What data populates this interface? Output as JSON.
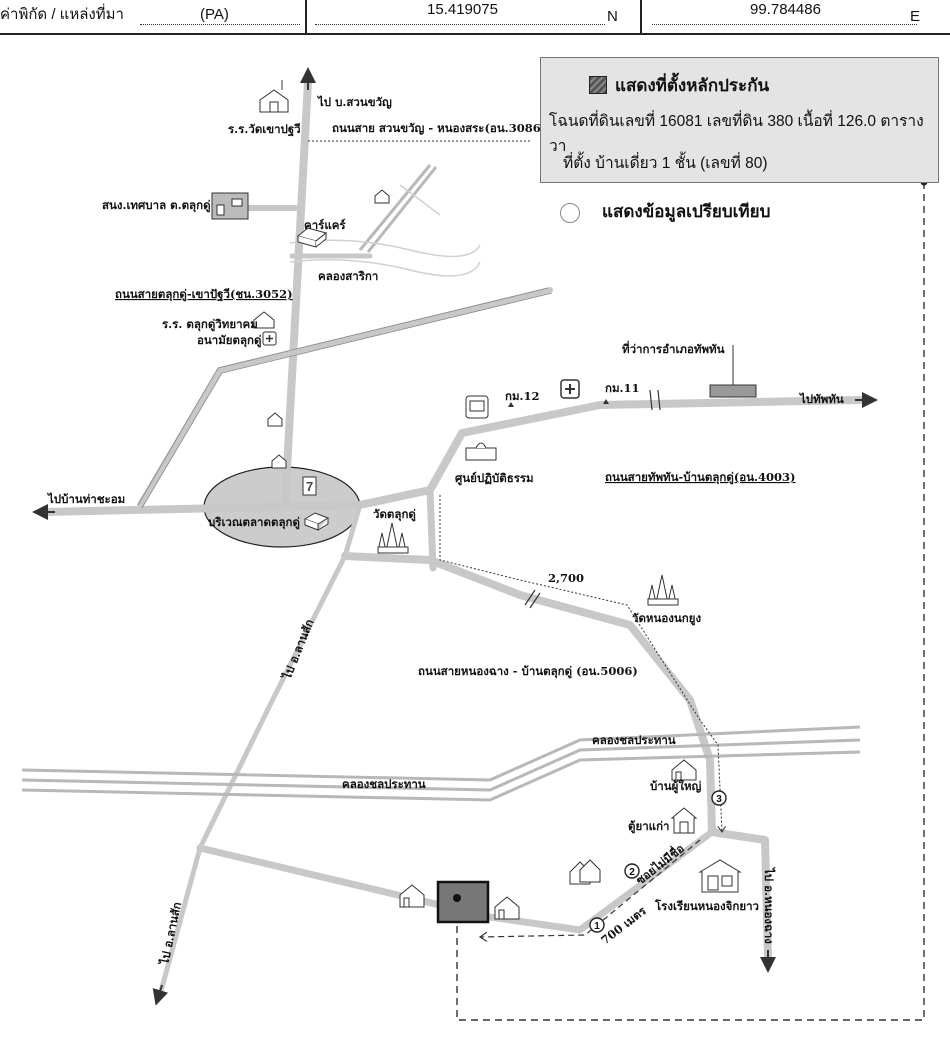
{
  "header": {
    "label": "ค่าพิกัด / แหล่งที่มา",
    "source": "(PA)",
    "latitude": "15.419075",
    "lat_suffix": "N",
    "longitude": "99.784486",
    "lon_suffix": "E"
  },
  "legend": {
    "collateral_label": "แสดงที่ตั้งหลักประกัน",
    "deed_line": "โฉนดที่ดินเลขที่ 16081 เลขที่ดิน 380 เนื้อที่ 126.0 ตารางวา",
    "location_line": "ที่ตั้ง บ้านเดี่ยว 1 ชั้น (เลขที่ 80)",
    "comparison_label": "แสดงข้อมูลเปรียบเทียบ",
    "collateral_swatch_color": "#666666"
  },
  "map": {
    "labels": {
      "to_suan_khwan": "ไป บ.สวนขวัญ",
      "school_khao_pathawi": "ร.ร.วัดเขาปฐวี",
      "road_3086": "ถนนสาย สวนขวัญ - หนองสระ(อน.3086)",
      "municipal_office": "สนง.เทศบาล ต.ตลุกดู่",
      "car_care": "คาร์แคร์",
      "canal_sarika": "คลองสาริกา",
      "road_3052": "ถนนสายตลุกดู่-เขาปัฐวี(ชน.3052)",
      "school_taluk_du": "ร.ร. ตลุกดู่วิทยาคม",
      "health_station": "อนามัยตลุกดู่",
      "district_office": "ที่ว่าการอำเภอทัพทัน",
      "km12": "กม.12",
      "km11": "กม.11",
      "to_thap_than": "ไปทัพทัน",
      "practice_center": "ศูนย์ปฏิบัติธรรม",
      "road_4003": "ถนนสายทัพทัน-บ้านตลุกดู่(อน.4003)",
      "to_tha_chaom": "ไปบ้านท่าชะอม",
      "market_area": "บริเวณตลาดตลุกดู่",
      "wat_taluk_du": "วัดตลุกดู่",
      "distance_2700": "2,700",
      "wat_nong_nok_yung": "วัดหนองนกยูง",
      "road_5006": "ถนนสายหนองฉาง - บ้านตลุกดู่ (อน.5006)",
      "to_lan_sak_upper": "ไป อ.ลานสัก",
      "to_lan_sak_lower": "ไป อ.ลานสัก",
      "irrigation_canal_left": "คลองชลประทาน",
      "irrigation_canal_right": "คลองชลประทาน",
      "headman_house": "บ้านผู้ใหญ่",
      "old_medicine_cabinet": "ตู้ยาแก่า",
      "unnamed_soi": "ซอยไม่มีชื่อ",
      "school_nong_chik_yao": "โรงเรียนหนองจิกยาว",
      "to_nong_chang": "ไป อ.หนองฉาง",
      "distance_700": "700 เมตร",
      "step1": "1",
      "step2": "2",
      "step3": "3",
      "seven_eleven": "7"
    }
  }
}
